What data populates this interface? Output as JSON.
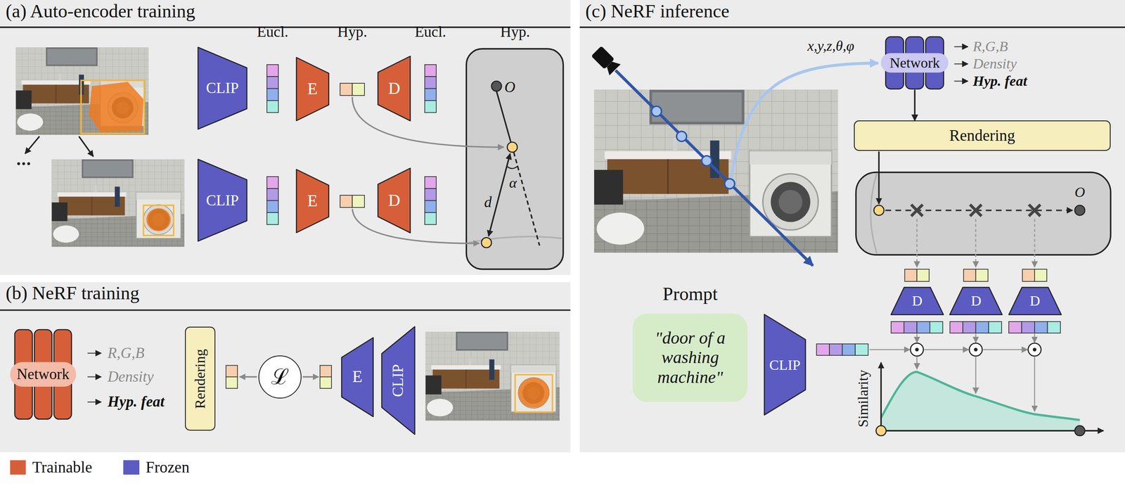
{
  "diagram": {
    "nodes": [
      {
        "text": [
          "(a) Auto-encoder training"
        ]
      },
      {
        "text": [
          "CLIP"
        ],
        "in": 0
      },
      {
        "text": [
          "E"
        ],
        "in": 0
      },
      {
        "text": [
          "D"
        ],
        "in": 0
      },
      {
        "text": [
          "CLIP"
        ],
        "in": 0
      },
      {
        "text": [
          "E"
        ],
        "in": 0
      },
      {
        "text": [
          "D"
        ],
        "in": 0
      },
      {
        "text": [
          "(b) NeRF training"
        ]
      },
      {
        "text": [
          "Network"
        ],
        "in": 7
      },
      {
        "text": [
          "Rendering"
        ],
        "in": 7
      },
      {
        "text": [
          "ℒ"
        ],
        "in": 7
      },
      {
        "text": [
          "E"
        ],
        "in": 7
      },
      {
        "text": [
          "CLIP"
        ],
        "in": 7
      },
      {
        "text": [
          "(c) NeRF inference"
        ]
      },
      {
        "text": [
          "Network"
        ],
        "in": 13
      },
      {
        "text": [
          "Rendering"
        ],
        "in": 13
      },
      {
        "text": [
          "Prompt",
          "\"door of a washing machine\""
        ],
        "in": 13
      },
      {
        "text": [
          "CLIP"
        ],
        "in": 13
      },
      {
        "text": [
          "D"
        ],
        "in": 13
      },
      {
        "text": [
          "D"
        ],
        "in": 13
      },
      {
        "text": [
          "D"
        ],
        "in": 13
      }
    ],
    "edges": [
      {
        "from": 14,
        "to": 15,
        "arrow": "to"
      }
    ],
    "labels": [
      "Eucl.",
      "Hyp.",
      "Eucl.",
      "Hyp.",
      "O",
      "d",
      "α",
      "R,G,B",
      "Density",
      "Hyp. feat",
      "x,y,z,θ,φ",
      "R,G,B",
      "Density",
      "Hyp. feat",
      "O",
      "Similarity"
    ],
    "legend": [
      {
        "text": "Trainable",
        "color": "#d65f3a"
      },
      {
        "text": "Frozen",
        "color": "#5b5bc2"
      }
    ]
  }
}
